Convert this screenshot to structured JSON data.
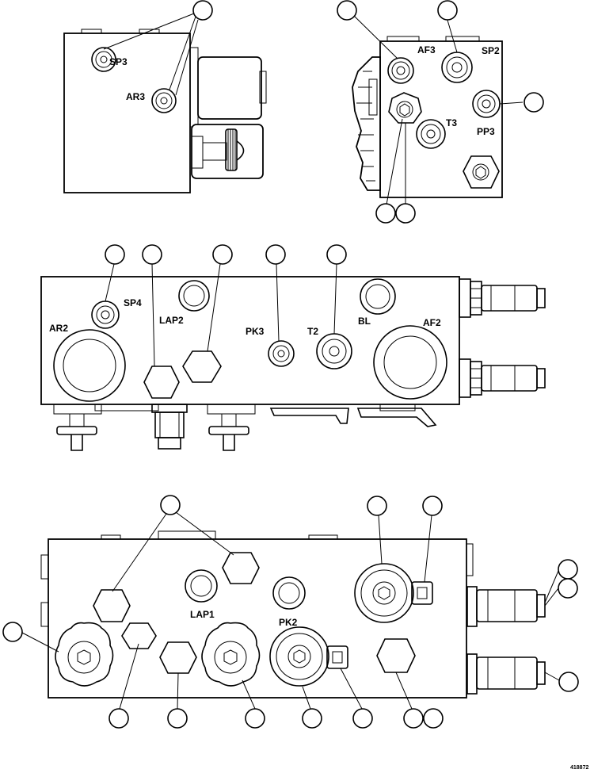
{
  "labels": {
    "sp3": "SP3",
    "ar3": "AR3",
    "af3": "AF3",
    "sp2": "SP2",
    "t3": "T3",
    "pp3": "PP3",
    "sp4": "SP4",
    "ar2": "AR2",
    "lap2": "LAP2",
    "pk3": "PK3",
    "t2": "T2",
    "bl": "BL",
    "af2": "AF2",
    "lap1": "LAP1",
    "pk2": "PK2"
  },
  "figure_id": "418872"
}
